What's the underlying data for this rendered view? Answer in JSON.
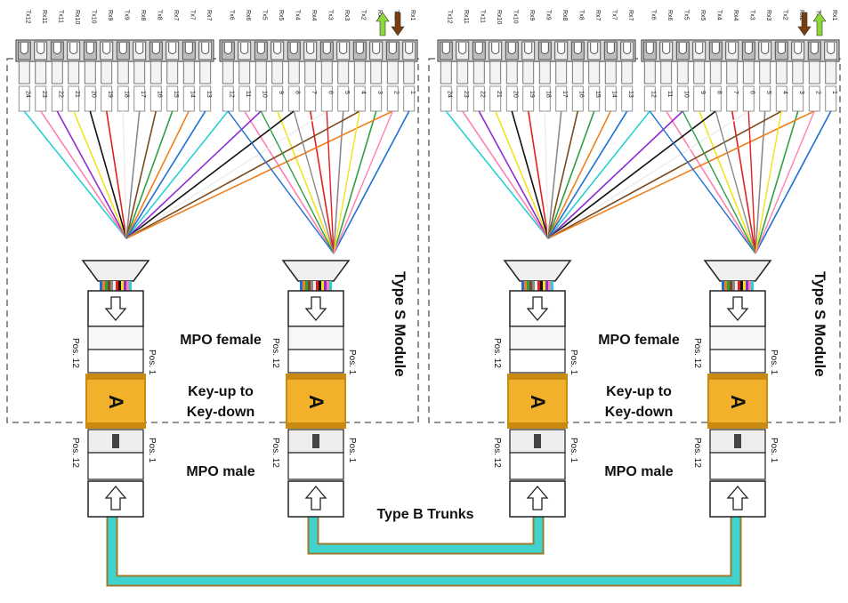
{
  "colors": {
    "fiber": [
      "#1f6fd6",
      "#f07f1d",
      "#2ea043",
      "#7a4a1e",
      "#8a8a8a",
      "#eeeeee",
      "#e02020",
      "#111111",
      "#f2e31b",
      "#8e2bd1",
      "#ff7fb2",
      "#2ad1d1"
    ],
    "trunk": "#3fd2cf",
    "trunk_edge": "#9d7a2c",
    "adapter": "#f1b12a",
    "adapter_dark": "#c98a12",
    "arrow_up": "#8fd63a",
    "arrow_down": "#7a3d10"
  },
  "modules": [
    {
      "tx_rx_left": [
        "Tx12",
        "Rx11",
        "Tx11",
        "Rx10",
        "Tx10",
        "Rx9",
        "Tx9",
        "Rx8",
        "Tx8",
        "Rx7",
        "Tx7",
        "Rx7"
      ],
      "tx_rx_right": [
        "Tx6",
        "Rx6",
        "Tx5",
        "Rx5",
        "Tx4",
        "Rx4",
        "Tx3",
        "Rx3",
        "Tx2",
        "Rx2",
        "Tx1",
        "Rx1"
      ],
      "fiber_nums_left": [
        "24",
        "23",
        "22",
        "21",
        "20",
        "19",
        "18",
        "17",
        "16",
        "15",
        "14",
        "13"
      ],
      "fiber_nums_right": [
        "12",
        "11",
        "10",
        "9",
        "8",
        "7",
        "6",
        "5",
        "4",
        "3",
        "2",
        "1"
      ],
      "arrow_order": [
        "up",
        "down"
      ]
    },
    {
      "tx_rx_left": [
        "Tx12",
        "Rx11",
        "Tx11",
        "Rx10",
        "Tx10",
        "Rx9",
        "Tx9",
        "Rx8",
        "Tx8",
        "Rx7",
        "Tx7",
        "Rx7"
      ],
      "tx_rx_right": [
        "Tx6",
        "Rx6",
        "Tx5",
        "Rx5",
        "Tx4",
        "Rx4",
        "Tx3",
        "Rx3",
        "Tx2",
        "Rx2",
        "Tx1",
        "Rx1"
      ],
      "fiber_nums_left": [
        "24",
        "23",
        "22",
        "21",
        "20",
        "19",
        "18",
        "17",
        "16",
        "15",
        "14",
        "13"
      ],
      "fiber_nums_right": [
        "12",
        "11",
        "10",
        "9",
        "8",
        "7",
        "6",
        "5",
        "4",
        "3",
        "2",
        "1"
      ],
      "arrow_order": [
        "down",
        "up"
      ]
    }
  ],
  "labels": {
    "module_type": "Type S Module",
    "mpo_female": "MPO female",
    "key_line1": "Key-up to",
    "key_line2": "Key-down",
    "mpo_male": "MPO male",
    "trunks": "Type B Trunks",
    "adapter_letter": "A",
    "pos_12": "Pos. 12",
    "pos_1": "Pos. 1"
  }
}
